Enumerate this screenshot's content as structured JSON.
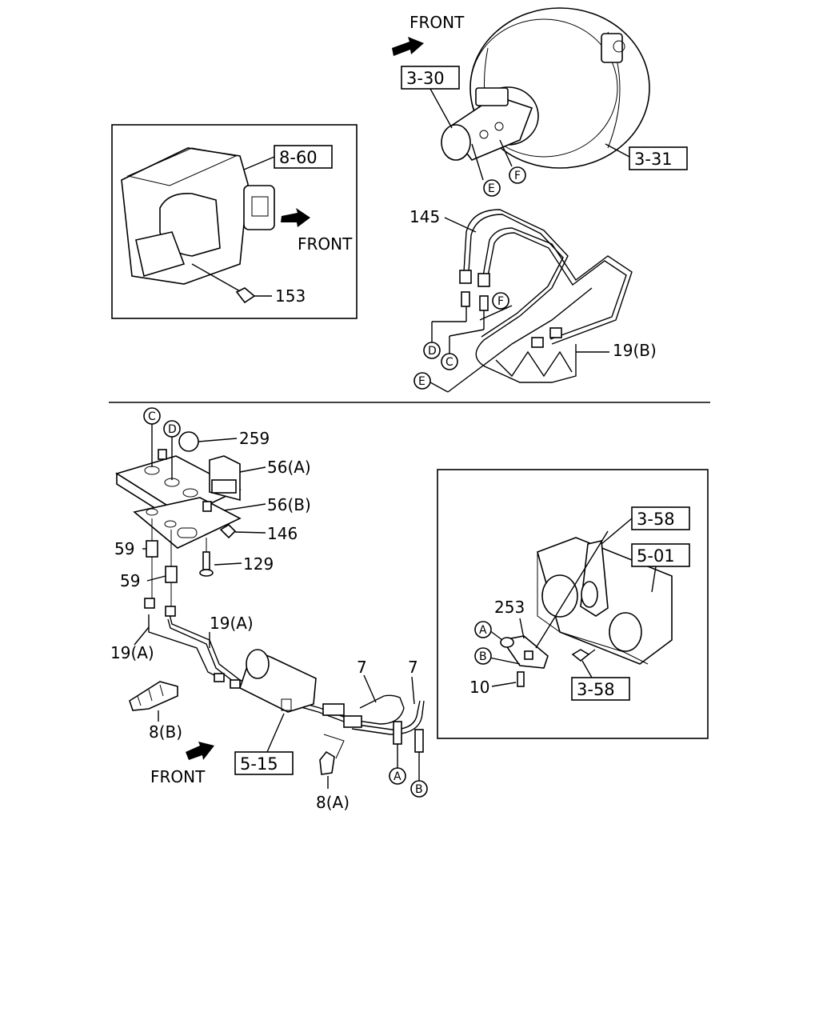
{
  "front_labels": [
    "FRONT",
    "FRONT",
    "FRONT"
  ],
  "ref_boxes": [
    "3-30",
    "3-31",
    "8-60",
    "5-15",
    "3-58",
    "5-01",
    "3-58"
  ],
  "callouts": [
    "145",
    "153",
    "19(B)",
    "259",
    "56(A)",
    "56(B)",
    "146",
    "59",
    "59",
    "129",
    "19(A)",
    "19(A)",
    "7",
    "7",
    "8(B)",
    "8(A)",
    "253",
    "10"
  ],
  "circle_markers": [
    "E",
    "F",
    "F",
    "D",
    "C",
    "E",
    "C",
    "D",
    "A",
    "B",
    "A",
    "B"
  ]
}
